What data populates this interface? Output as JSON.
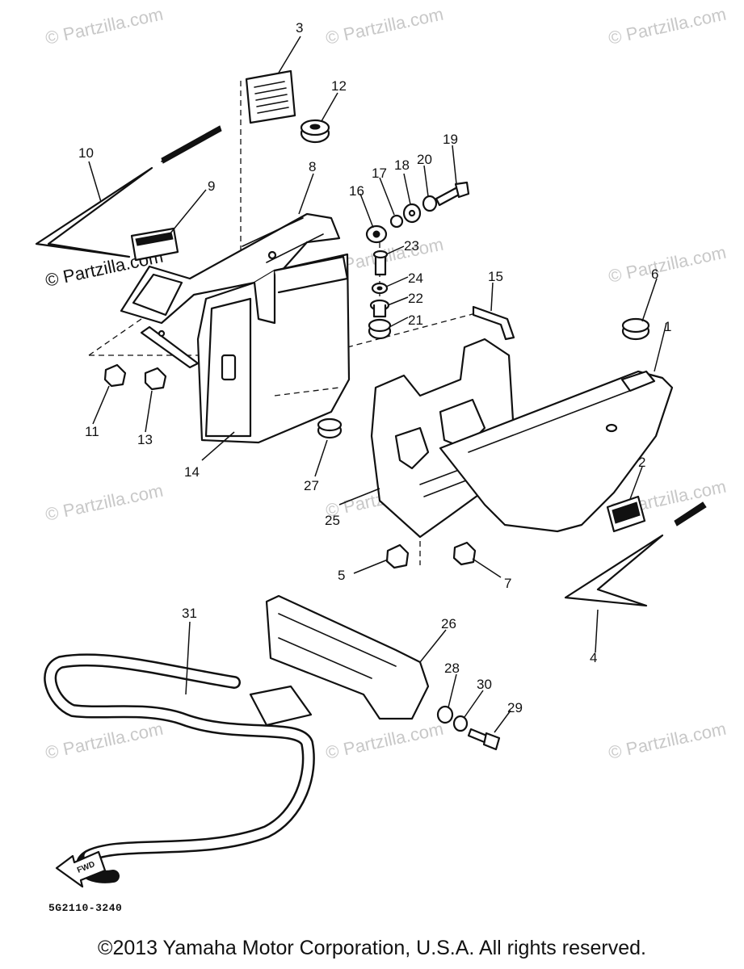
{
  "watermark": "© Partzilla.com",
  "part_numbers": [
    "1",
    "2",
    "3",
    "4",
    "5",
    "6",
    "7",
    "8",
    "9",
    "10",
    "11",
    "12",
    "13",
    "14",
    "15",
    "16",
    "17",
    "18",
    "19",
    "20",
    "21",
    "22",
    "23",
    "24",
    "25",
    "26",
    "27",
    "28",
    "29",
    "30",
    "31"
  ],
  "diagram_code": "5G2110-3240",
  "copyright": "©2013 Yamaha Motor Corporation, U.S.A. All rights reserved.",
  "front_arrow_label": "FWD"
}
